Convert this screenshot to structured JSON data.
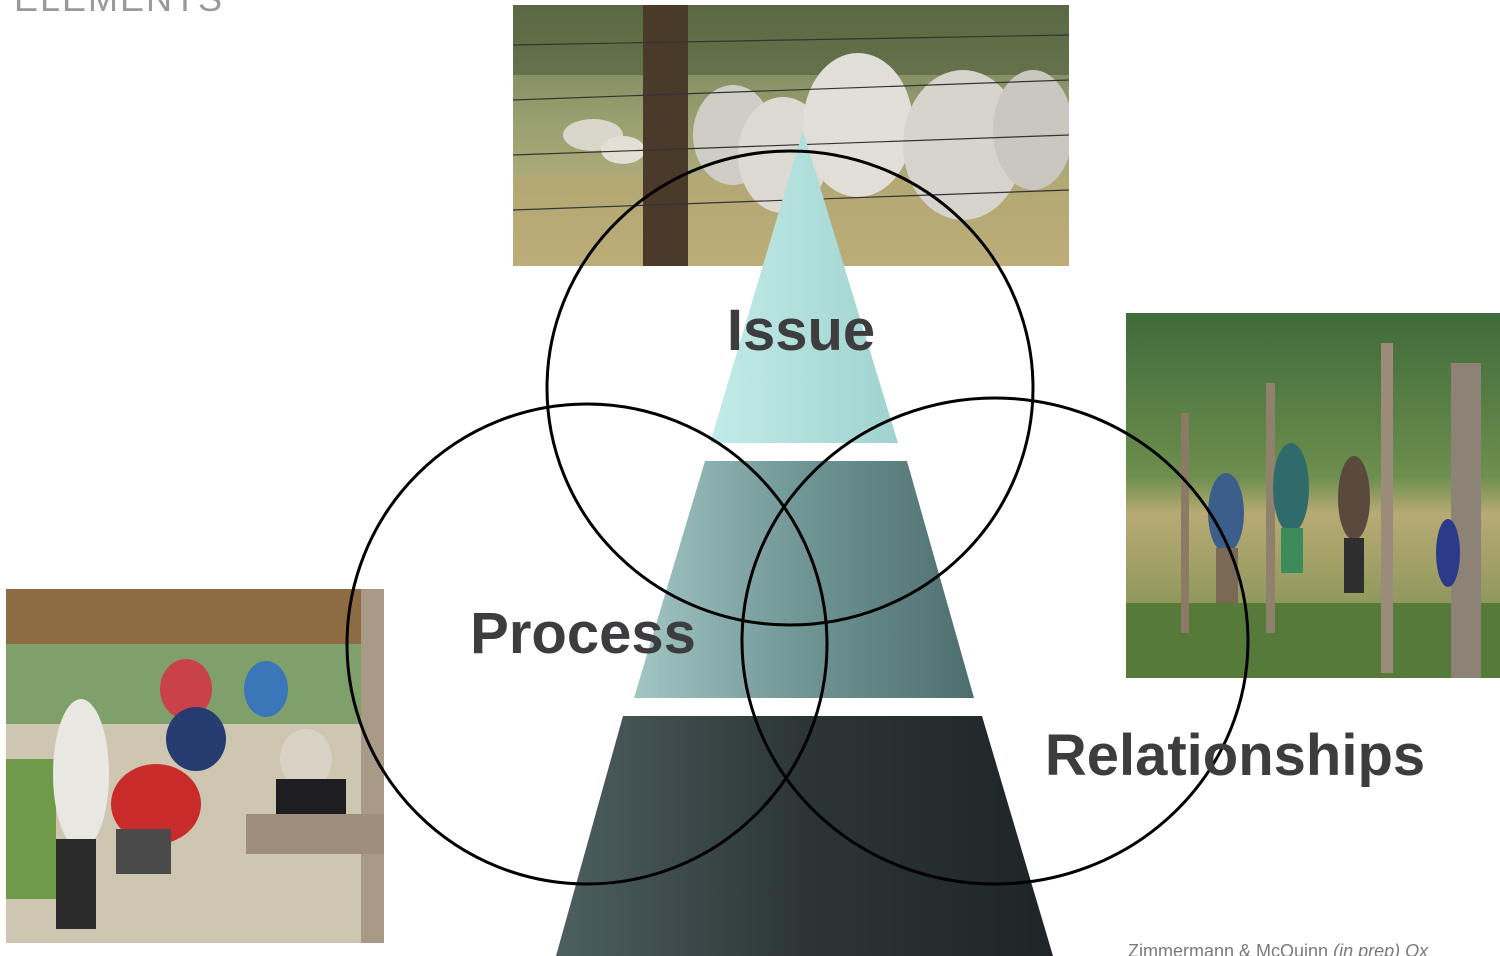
{
  "header": {
    "title_fragment": "ELEMENTS"
  },
  "diagram": {
    "labels": {
      "issue": "Issue",
      "process": "Process",
      "relationships": "Relationships"
    },
    "colors": {
      "tier_top": "#a6dcd8",
      "tier_middle": "#6f9594",
      "tier_bottom": "#2c3536",
      "circle_stroke": "#000000",
      "label_text": "#3d3d3f"
    }
  },
  "photos": {
    "top": "cattle-behind-fence-photo",
    "right": "men-building-fence-photo",
    "bottom_left": "group-looking-at-tablet-photo"
  },
  "citation": {
    "authors": "Zimmermann & McQuinn",
    "status": "(in prep)",
    "rest": " Ox"
  }
}
